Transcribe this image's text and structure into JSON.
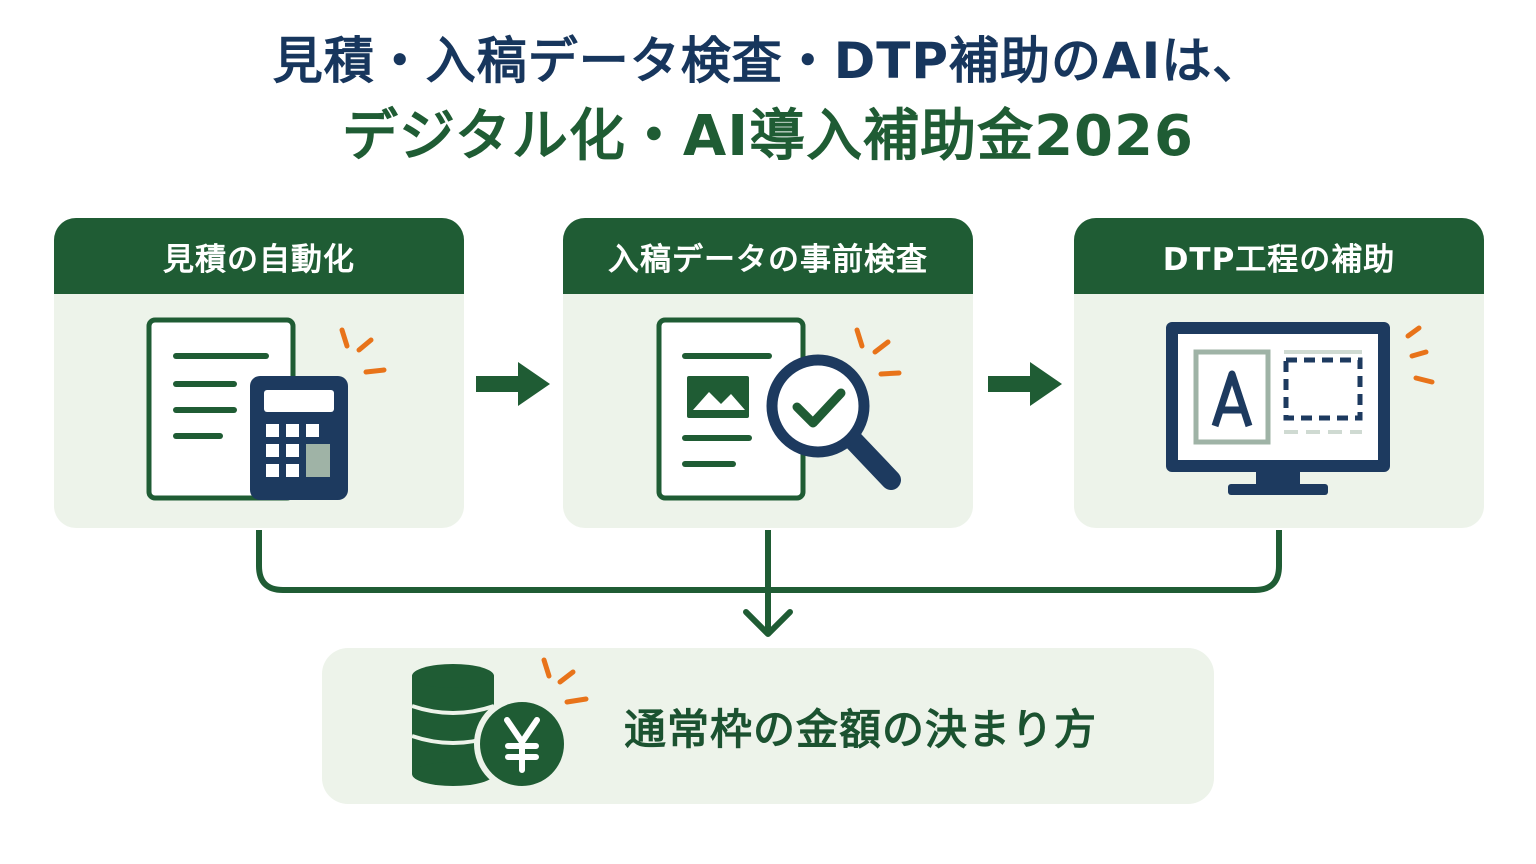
{
  "title": {
    "line1": "見積・入稿データ検査・DTP補助のAIは、",
    "line2": "デジタル化・AI導入補助金2026"
  },
  "steps": [
    {
      "label": "見積の自動化",
      "icon": "calculator-document-icon"
    },
    {
      "label": "入稿データの事前検査",
      "icon": "document-magnifier-check-icon"
    },
    {
      "label": "DTP工程の補助",
      "icon": "monitor-layout-icon"
    }
  ],
  "result": {
    "label": "通常枠の金額の決まり方",
    "icon": "coins-yen-icon"
  },
  "colors": {
    "title_navy": "#17365d",
    "green": "#1f5c34",
    "green_dark": "#1b5230",
    "card_bg": "#edf3ea",
    "navy": "#1d3a5f",
    "orange": "#e8731a",
    "gray_green": "#9fb3a6"
  }
}
